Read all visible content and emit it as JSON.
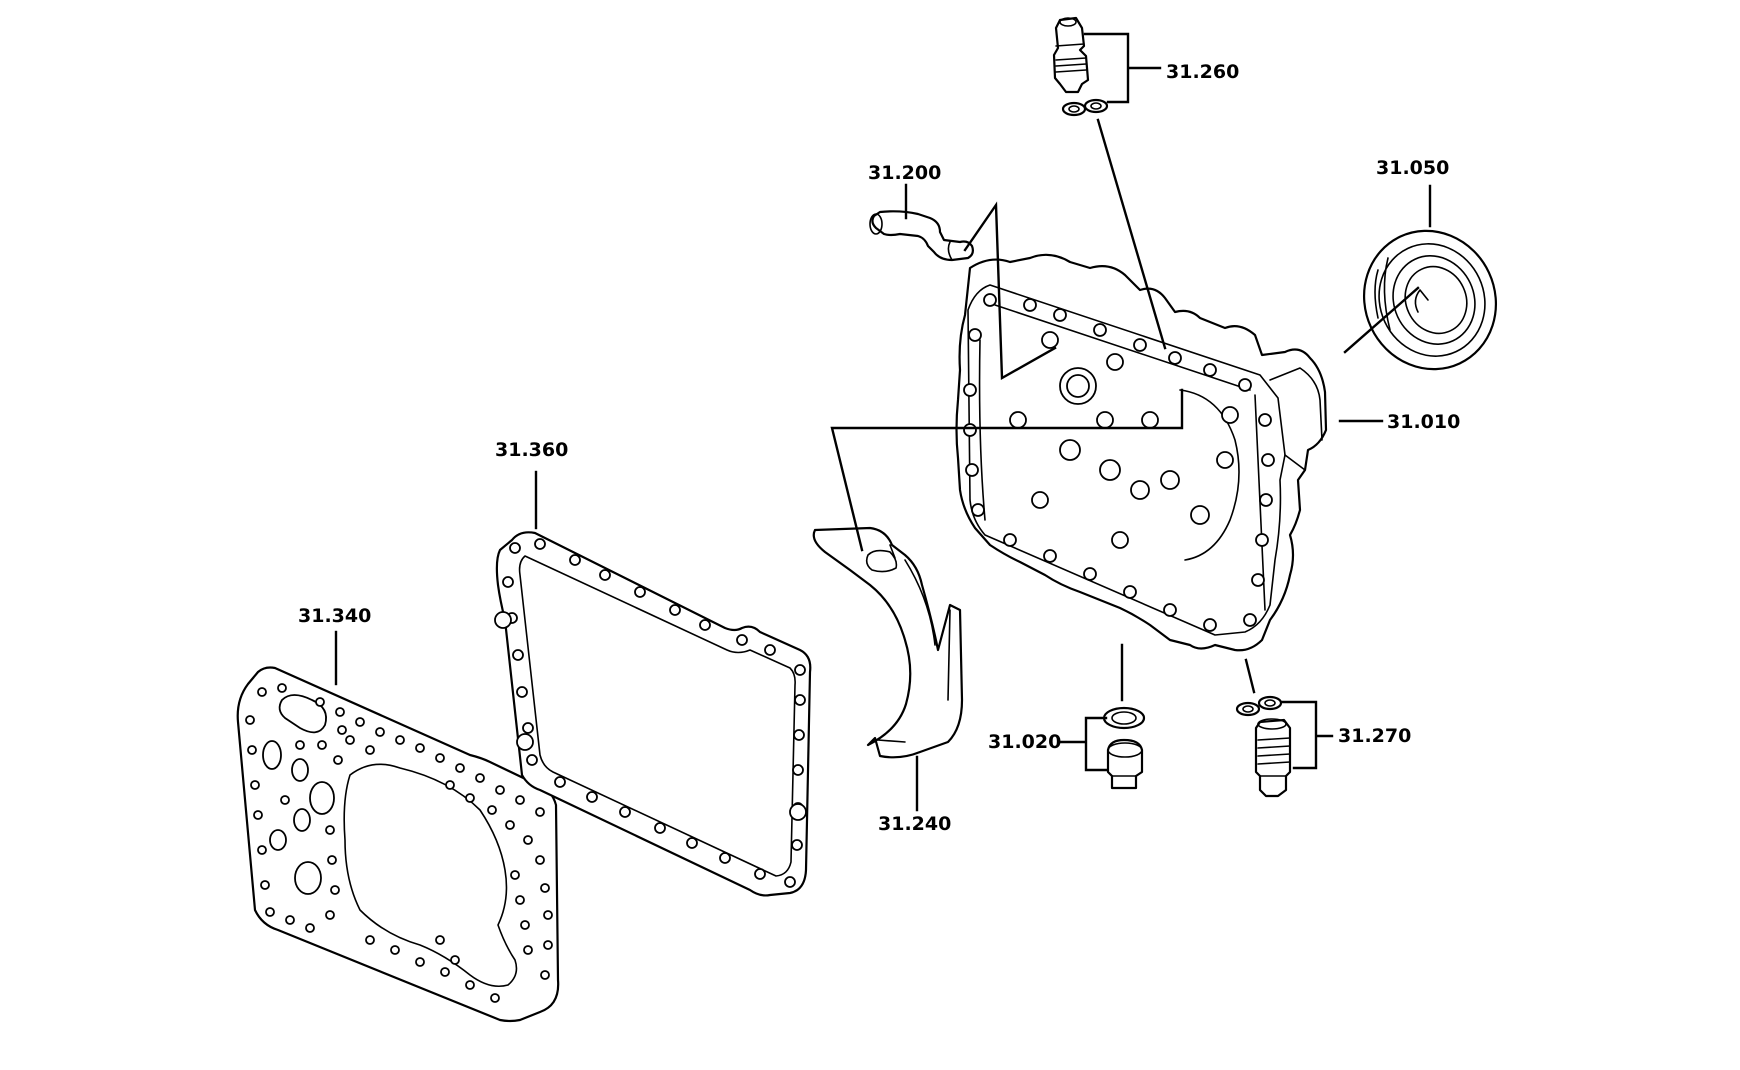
{
  "diagram": {
    "colors": {
      "line": "#000000",
      "background": "#ffffff"
    },
    "callouts": [
      {
        "id": "p31260",
        "text": "31.260"
      },
      {
        "id": "p31200",
        "text": "31.200"
      },
      {
        "id": "p31050",
        "text": "31.050"
      },
      {
        "id": "p31010",
        "text": "31.010"
      },
      {
        "id": "p31360",
        "text": "31.360"
      },
      {
        "id": "p31340",
        "text": "31.340"
      },
      {
        "id": "p31020",
        "text": "31.020"
      },
      {
        "id": "p31240",
        "text": "31.240"
      },
      {
        "id": "p31270",
        "text": "31.270"
      }
    ]
  }
}
